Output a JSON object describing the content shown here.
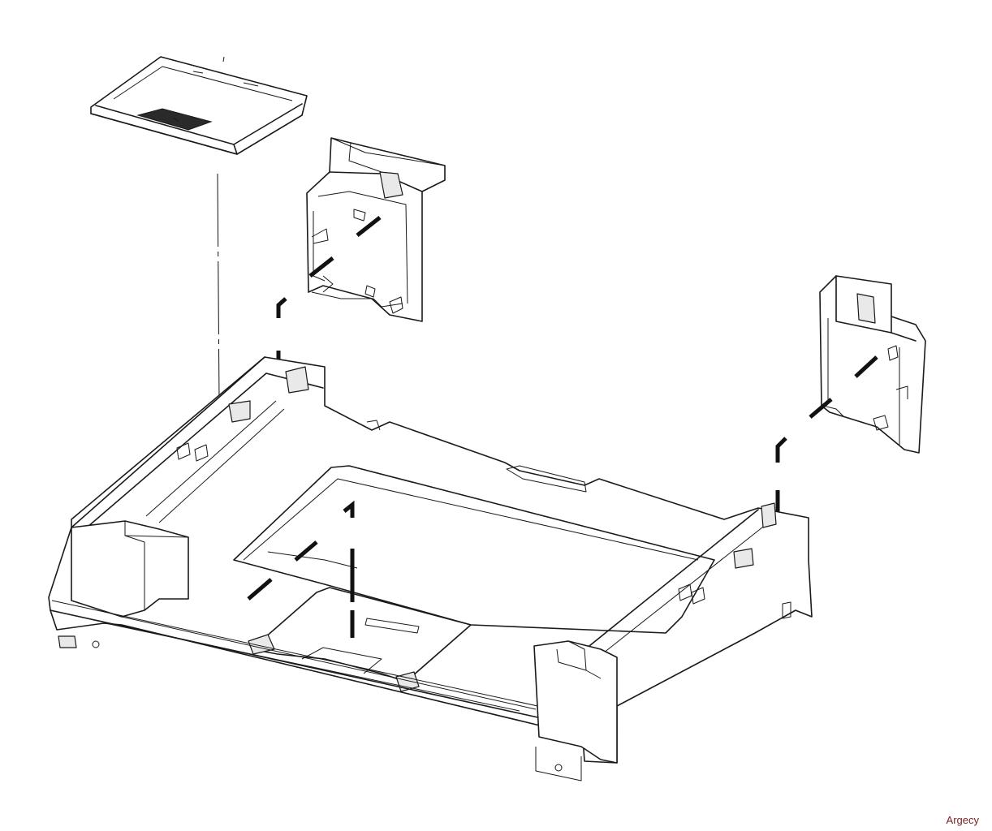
{
  "watermark": {
    "text": "Argecy"
  },
  "parts": {
    "top_cover": "tray-top-cover",
    "left_rear_cover": "left-side-cover",
    "right_rear_cover": "right-side-cover",
    "base_tray": "paper-tray-base"
  }
}
